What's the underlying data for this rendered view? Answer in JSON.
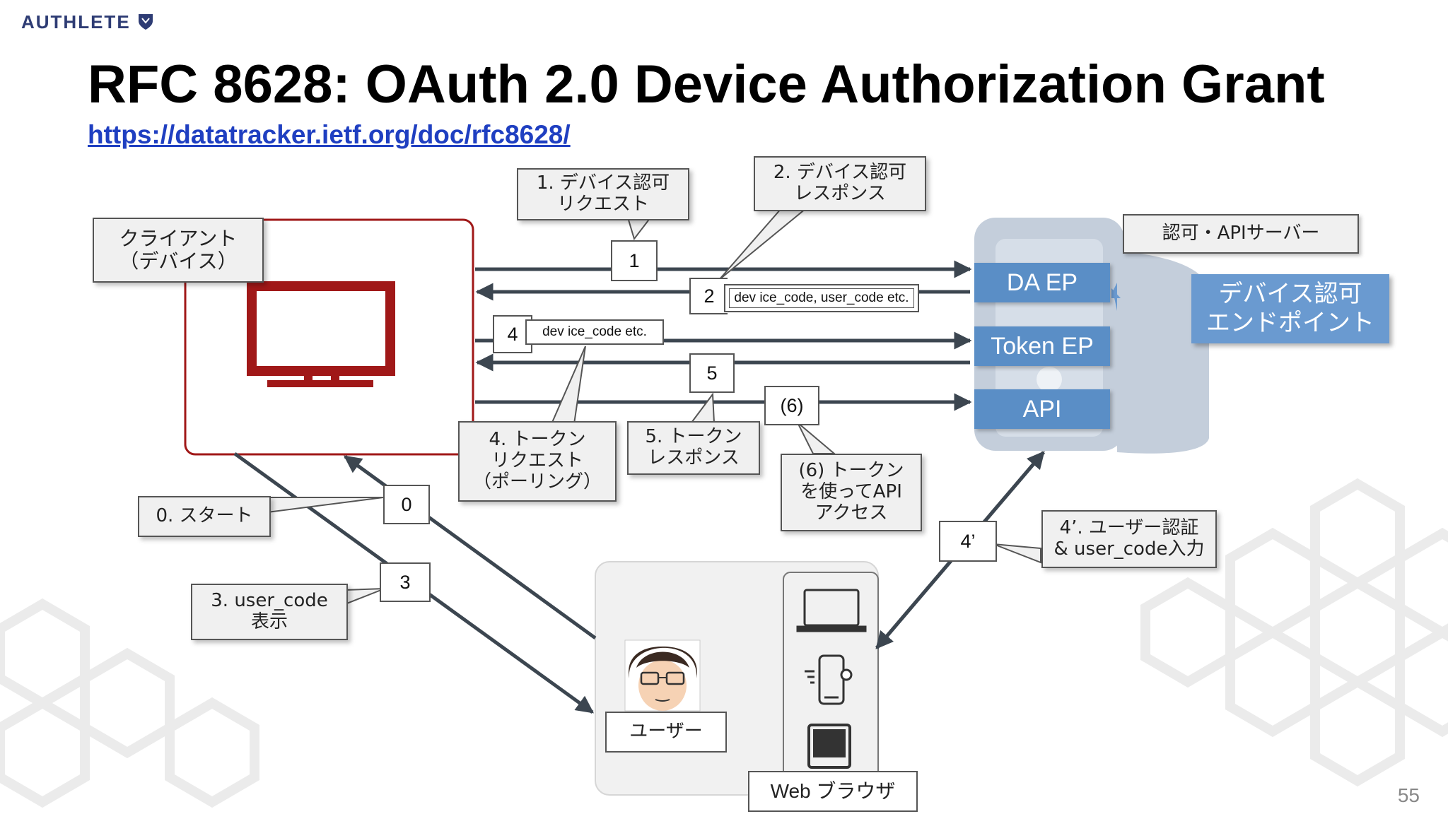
{
  "header": {
    "logo": "AUTHLETE",
    "title": "RFC 8628: OAuth 2.0 Device Authorization Grant",
    "link": "https://datatracker.ietf.org/doc/rfc8628/",
    "page_number": "55"
  },
  "client": {
    "label": "クライアント\n（デバイス）"
  },
  "server": {
    "label": "認可・APIサーバー",
    "endpoints": [
      "DA EP",
      "Token EP",
      "API"
    ],
    "callout": "デバイス認可\nエンドポイント"
  },
  "user": {
    "label": "ユーザー",
    "browser_label": "Web ブラウザ"
  },
  "steps": {
    "n0": "0",
    "n1": "1",
    "n2": "2",
    "n3": "3",
    "n4": "4",
    "n5": "5",
    "n6": "(6)",
    "n4p": "4’",
    "tag2": "dev ice_code, user_code etc.",
    "tag4": "dev ice_code etc."
  },
  "callouts": {
    "s0": "0. スタート",
    "s1": "1. デバイス認可\nリクエスト",
    "s2": "2. デバイス認可\nレスポンス",
    "s3": "3. user_code\n表示",
    "s4": "4. トークン\nリクエスト\n（ポーリング）",
    "s5": "5. トークン\nレスポンス",
    "s6": "(6) トークン\nを使ってAPI\nアクセス",
    "s4p": "4’. ユーザー認証\n& user_code入力"
  },
  "colors": {
    "accent": "#5a8ec6",
    "device": "#a01818",
    "brand": "#2e3c74",
    "link": "#1f3fc1"
  }
}
